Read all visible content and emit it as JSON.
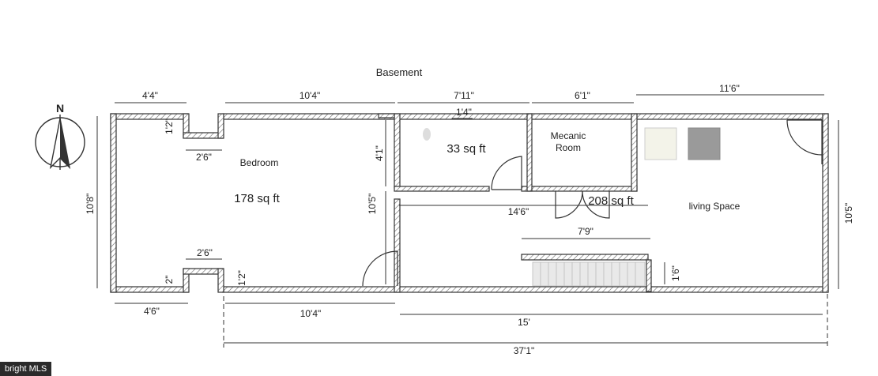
{
  "title": "Basement",
  "compass": "N",
  "rooms": {
    "bedroom": {
      "name": "Bedroom",
      "area": "178 sq ft"
    },
    "small": {
      "area": "33 sq ft"
    },
    "mechanic": {
      "name_line1": "Mecanic",
      "name_line2": "Room"
    },
    "living": {
      "name": "living Space",
      "area": "208 sq ft"
    }
  },
  "dimensions": {
    "top_4_4": "4'4\"",
    "top_10_4": "10'4\"",
    "top_7_11": "7'11\"",
    "top_6_1": "6'1\"",
    "top_11_6": "11'6\"",
    "inner_1_4": "1'4\"",
    "notch_top_1_2": "1'2\"",
    "notch_top_2_6": "2'6\"",
    "left_10_8": "10'8\"",
    "inner_4_1": "4'1\"",
    "inner_10_5": "10'5\"",
    "inner_14_6": "14'6\"",
    "stair_7_9": "7'9\"",
    "stair_1_6": "1'6\"",
    "right_10_5": "10'5\"",
    "notch_bot_2_6": "2'6\"",
    "notch_bot_2": "2\"",
    "notch_bot_1_2": "1'2\"",
    "bot_4_6": "4'6\"",
    "bot_10_4": "10'4\"",
    "bot_15": "15'",
    "total_37_1": "37'1\""
  },
  "watermark": "bright MLS"
}
